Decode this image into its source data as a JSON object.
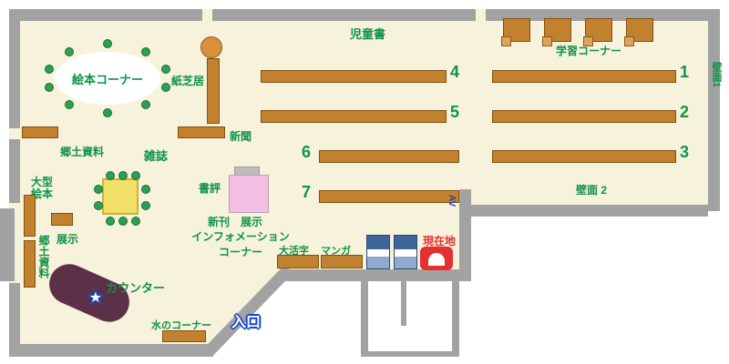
{
  "labels": {
    "picture_book_corner": "絵本コーナー",
    "kamishibai": "紙芝居",
    "newspaper": "新聞",
    "local_materials_top": "郷土資料",
    "magazines": "雑誌",
    "large_picture_books": "大型絵本",
    "exhibit": "展示",
    "local_materials_left": "郷土資料",
    "book_review": "書評",
    "new_books": "新刊　展示",
    "info_line1": "インフォメーション",
    "info_line2": "コーナー",
    "counter": "カウンター",
    "water_corner": "水のコーナー",
    "entrance": "入口",
    "large_print": "大活字",
    "manga": "マンガ",
    "current_location": "現在地",
    "children_books": "児童書",
    "study_corner": "学習コーナー",
    "wall_1": "壁面1",
    "wall_2": "壁面 2",
    "av": "AV",
    "star": "★"
  },
  "shelf_numbers": {
    "n1": "1",
    "n2": "2",
    "n3": "3",
    "n4": "4",
    "n5": "5",
    "n6": "6",
    "n7": "7"
  },
  "colors": {
    "floor": "#F7F2DC",
    "wall": "#A2A2A2",
    "shelf_brown": "#C2812F",
    "label_green": "#0E9347",
    "accent_red": "#E53030",
    "accent_blue": "#1747C8",
    "counter_plum": "#5C3148",
    "table_yellow": "#F2E068",
    "display_pink": "#F2BEE4",
    "seat_green": "#2E9E50"
  }
}
